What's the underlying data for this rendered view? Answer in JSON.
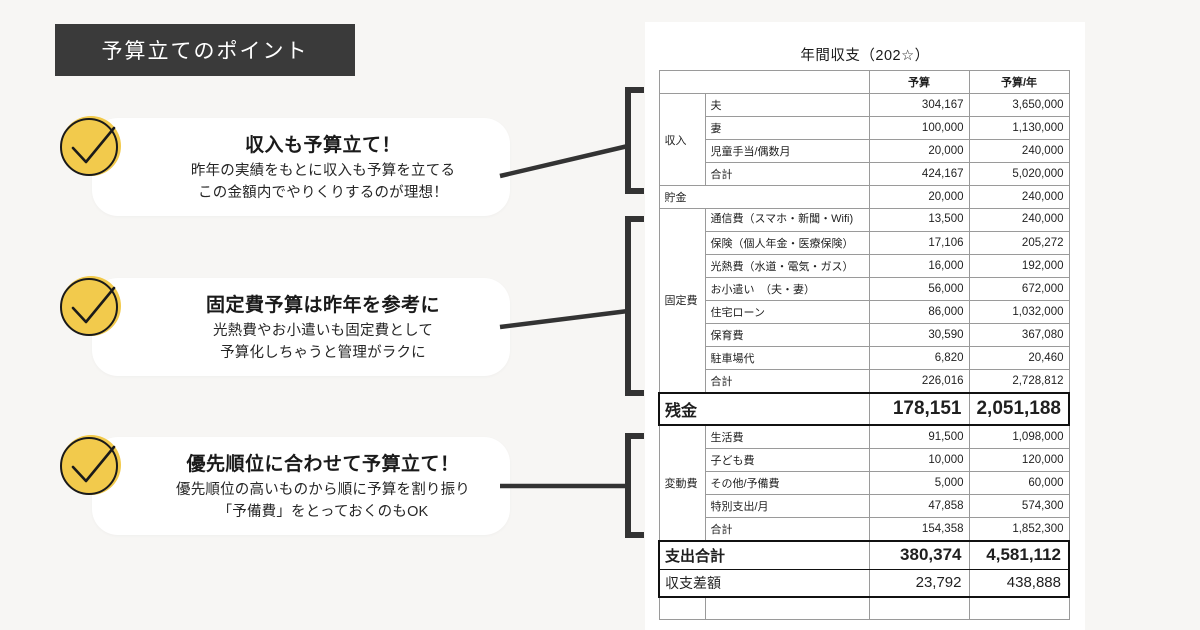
{
  "banner": {
    "title": "予算立てのポイント"
  },
  "points": [
    {
      "icon": "check-circle-icon",
      "heading": "収入も予算立て！",
      "line1": "昨年の実績をもとに収入も予算を立てる",
      "line2": "この金額内でやりくりするのが理想！"
    },
    {
      "icon": "check-circle-icon",
      "heading": "固定費予算は昨年を参考に",
      "line1": "光熱費やお小遣いも固定費として",
      "line2": "予算化しちゃうと管理がラクに"
    },
    {
      "icon": "check-circle-icon",
      "heading": "優先順位に合わせて予算立て！",
      "line1": "優先順位の高いものから順に予算を割り振り",
      "line2": "「予備費」をとっておくのもOK"
    }
  ],
  "table": {
    "title": "年間収支（202☆）",
    "headers": {
      "blank": "",
      "budget": "予算",
      "budget_year": "予算/年"
    },
    "income": {
      "category": "収入",
      "rows": [
        {
          "item": "夫",
          "budget": "304,167",
          "year": "3,650,000"
        },
        {
          "item": "妻",
          "budget": "100,000",
          "year": "1,130,000"
        },
        {
          "item": "児童手当/偶数月",
          "budget": "20,000",
          "year": "240,000"
        },
        {
          "item": "合計",
          "budget": "424,167",
          "year": "5,020,000"
        }
      ]
    },
    "savings": {
      "label": "貯金",
      "budget": "20,000",
      "year": "240,000"
    },
    "fixed": {
      "category": "固定費",
      "rows": [
        {
          "item": "通信費（スマホ・新聞・Wifi)",
          "budget": "13,500",
          "year": "240,000"
        },
        {
          "item": "保険（個人年金・医療保険）",
          "budget": "17,106",
          "year": "205,272"
        },
        {
          "item": "光熱費（水道・電気・ガス）",
          "budget": "16,000",
          "year": "192,000"
        },
        {
          "item": "お小遣い　（夫・妻）",
          "budget": "56,000",
          "year": "672,000"
        },
        {
          "item": "住宅ローン",
          "budget": "86,000",
          "year": "1,032,000"
        },
        {
          "item": "保育費",
          "budget": "30,590",
          "year": "367,080"
        },
        {
          "item": "駐車場代",
          "budget": "6,820",
          "year": "20,460"
        },
        {
          "item": "合計",
          "budget": "226,016",
          "year": "2,728,812"
        }
      ]
    },
    "balance": {
      "label": "残金",
      "budget": "178,151",
      "year": "2,051,188"
    },
    "variable": {
      "category": "変動費",
      "rows": [
        {
          "item": "生活費",
          "budget": "91,500",
          "year": "1,098,000"
        },
        {
          "item": "子ども費",
          "budget": "10,000",
          "year": "120,000"
        },
        {
          "item": "その他/予備費",
          "budget": "5,000",
          "year": "60,000"
        },
        {
          "item": "特別支出/月",
          "budget": "47,858",
          "year": "574,300"
        },
        {
          "item": "合計",
          "budget": "154,358",
          "year": "1,852,300"
        }
      ]
    },
    "expense_total": {
      "label": "支出合計",
      "budget": "380,374",
      "year": "4,581,112"
    },
    "net_diff": {
      "label": "収支差額",
      "budget": "23,792",
      "year": "438,888"
    }
  },
  "colors": {
    "banner_bg": "#3a3a3a",
    "page_bg": "#f7f6f4",
    "accent_yellow": "#f2ca4c",
    "header_gray": "#d0d0d0",
    "tint_cyan": "#eef4f4",
    "connector": "#333333"
  }
}
